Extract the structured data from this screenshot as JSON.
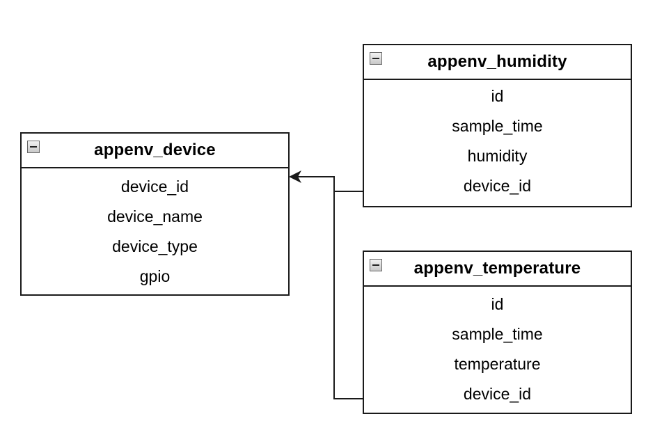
{
  "tables": {
    "device": {
      "name": "appenv_device",
      "fields": [
        "device_id",
        "device_name",
        "device_type",
        "gpio"
      ]
    },
    "humidity": {
      "name": "appenv_humidity",
      "fields": [
        "id",
        "sample_time",
        "humidity",
        "device_id"
      ]
    },
    "temperature": {
      "name": "appenv_temperature",
      "fields": [
        "id",
        "sample_time",
        "temperature",
        "device_id"
      ]
    }
  },
  "relationships": [
    {
      "from": "appenv_humidity.device_id",
      "to": "appenv_device.device_id"
    },
    {
      "from": "appenv_temperature.device_id",
      "to": "appenv_device.device_id"
    }
  ],
  "colors": {
    "border": "#1a1a1a",
    "background": "#ffffff",
    "text": "#000000"
  }
}
